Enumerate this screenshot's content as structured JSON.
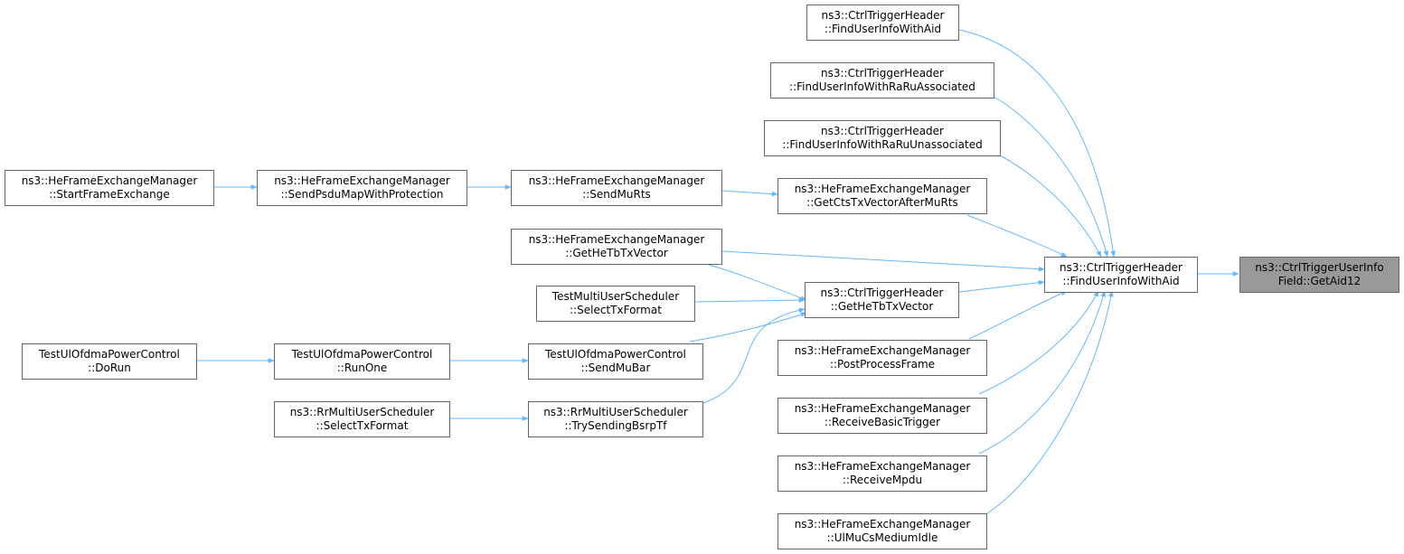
{
  "colors": {
    "edge": "#63b8ff",
    "node_border": "#666666",
    "current_fill": "#999999"
  },
  "nodes": {
    "getaid12": {
      "line1": "ns3::CtrlTriggerUserInfo",
      "line2": "Field::GetAid12"
    },
    "finduserinfowithaid_main": {
      "line1": "ns3::CtrlTriggerHeader",
      "line2": "::FindUserInfoWithAid"
    },
    "finduserinfowithaid_top": {
      "line1": "ns3::CtrlTriggerHeader",
      "line2": "::FindUserInfoWithAid"
    },
    "finduserinfowithraruassociated": {
      "line1": "ns3::CtrlTriggerHeader",
      "line2": "::FindUserInfoWithRaRuAssociated"
    },
    "finduserinfowithraruunassociated": {
      "line1": "ns3::CtrlTriggerHeader",
      "line2": "::FindUserInfoWithRaRuUnassociated"
    },
    "getctstxvectoraftermurts": {
      "line1": "ns3::HeFrameExchangeManager",
      "line2": "::GetCtsTxVectorAfterMuRts"
    },
    "ctrl_gethetbtxvector": {
      "line1": "ns3::CtrlTriggerHeader",
      "line2": "::GetHeTbTxVector"
    },
    "postprocessframe": {
      "line1": "ns3::HeFrameExchangeManager",
      "line2": "::PostProcessFrame"
    },
    "receivebasictrigger": {
      "line1": "ns3::HeFrameExchangeManager",
      "line2": "::ReceiveBasicTrigger"
    },
    "receivempdu": {
      "line1": "ns3::HeFrameExchangeManager",
      "line2": "::ReceiveMpdu"
    },
    "ulmucsmediumidle": {
      "line1": "ns3::HeFrameExchangeManager",
      "line2": "::UlMuCsMediumIdle"
    },
    "sendmurts": {
      "line1": "ns3::HeFrameExchangeManager",
      "line2": "::SendMuRts"
    },
    "hefem_gethetbtxvector": {
      "line1": "ns3::HeFrameExchangeManager",
      "line2": "::GetHeTbTxVector"
    },
    "testmus_selecttxformat": {
      "line1": "TestMultiUserScheduler",
      "line2": "::SelectTxFormat"
    },
    "sendmubar": {
      "line1": "TestUlOfdmaPowerControl",
      "line2": "::SendMuBar"
    },
    "trysendingbsrptf": {
      "line1": "ns3::RrMultiUserScheduler",
      "line2": "::TrySendingBsrpTf"
    },
    "sendpsdumapwithprotection": {
      "line1": "ns3::HeFrameExchangeManager",
      "line2": "::SendPsduMapWithProtection"
    },
    "runone": {
      "line1": "TestUlOfdmaPowerControl",
      "line2": "::RunOne"
    },
    "rrmus_selecttxformat": {
      "line1": "ns3::RrMultiUserScheduler",
      "line2": "::SelectTxFormat"
    },
    "startframeexchange": {
      "line1": "ns3::HeFrameExchangeManager",
      "line2": "::StartFrameExchange"
    },
    "dorun": {
      "line1": "TestUlOfdmaPowerControl",
      "line2": "::DoRun"
    }
  }
}
